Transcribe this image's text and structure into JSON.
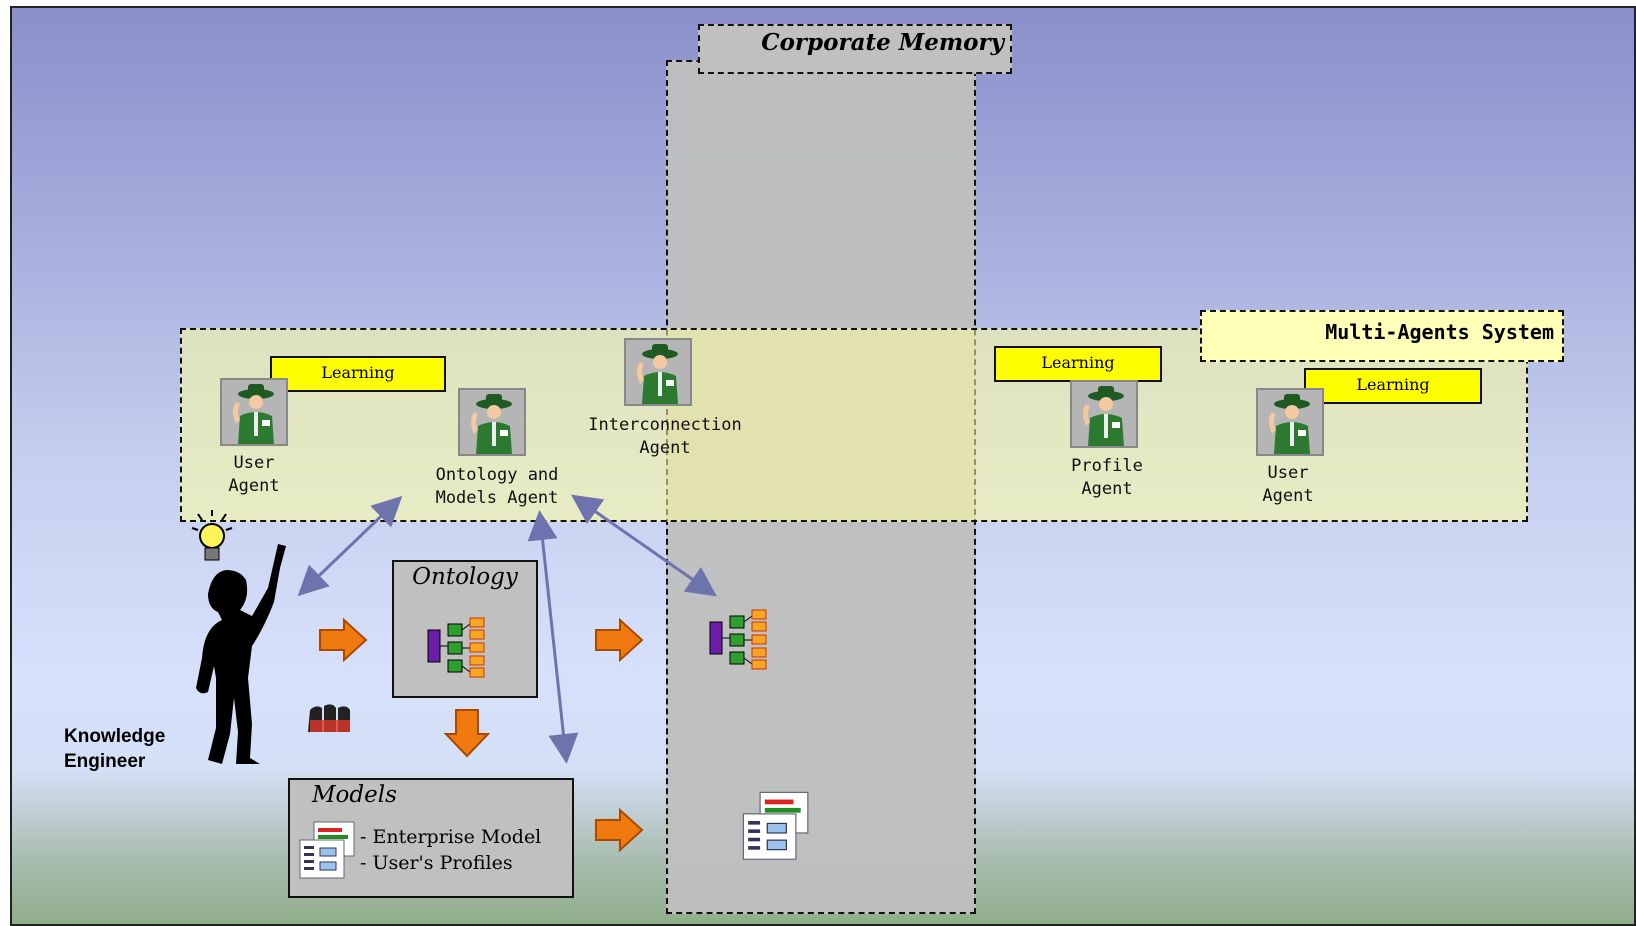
{
  "corporate_memory": {
    "title": "Corporate Memory"
  },
  "mas": {
    "title": "Multi-Agents System"
  },
  "learning_label": "Learning",
  "agents": {
    "user_left": {
      "line1": "User",
      "line2": "Agent"
    },
    "ontology_models": {
      "line1": "Ontology and",
      "line2": "Models Agent"
    },
    "interconnection": {
      "line1": "Interconnection",
      "line2": "Agent"
    },
    "profile": {
      "line1": "Profile",
      "line2": "Agent"
    },
    "user_right": {
      "line1": "User",
      "line2": "Agent"
    }
  },
  "ontology_box": {
    "title": "Ontology"
  },
  "models_box": {
    "title": "Models",
    "items": [
      "- Enterprise Model",
      "- User's Profiles"
    ]
  },
  "knowledge_engineer": {
    "line1": "Knowledge",
    "line2": "Engineer"
  },
  "colors": {
    "arrow_orange": "#f07a10",
    "connector_blue": "#6f73ad",
    "learning_yellow": "#ffff00",
    "band_yellow": "#ffff9a",
    "memory_gray": "#bebebe"
  },
  "icons": [
    "agent-icon",
    "ontology-tree-icon",
    "document-model-icon",
    "lightbulb-icon",
    "person-silhouette-icon",
    "hands-icon",
    "orange-arrow-icon"
  ]
}
